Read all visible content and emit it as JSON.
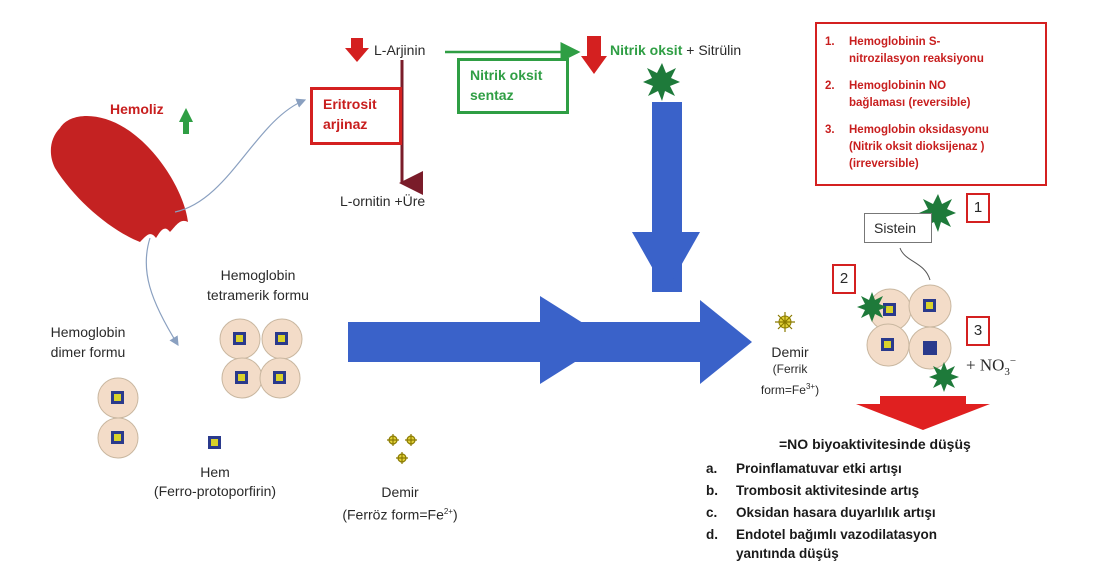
{
  "hemoliz": {
    "label": "Hemoliz"
  },
  "eritrosit_arjinaz": {
    "label_line1": "Eritrosit",
    "label_line2": "arjinaz"
  },
  "l_arjinin": {
    "label": "L-Arjinin"
  },
  "nos": {
    "label_line1": "Nitrik oksit",
    "label_line2": "sentaz"
  },
  "nitrik_oksit": {
    "label": "Nitrik oksit",
    "plus": "+ Sitrülin"
  },
  "l_ornitin": {
    "label": "L-ornitin +Üre"
  },
  "reactions": {
    "items": [
      {
        "num": "1.",
        "text_line1": "Hemoglobinin S-",
        "text_line2": "nitrozilasyon reaksiyonu"
      },
      {
        "num": "2.",
        "text_line1": "Hemoglobinin NO",
        "text_line2": "bağlaması (reversible)"
      },
      {
        "num": "3.",
        "text_line1": "Hemoglobin oksidasyonu",
        "text_line2": "(Nitrik oksit dioksijenaz )",
        "text_line3": "(irreversible)"
      }
    ]
  },
  "sistein": {
    "label": "Sistein"
  },
  "markers": {
    "m1": "1",
    "m2": "2",
    "m3": "3"
  },
  "tetramer": {
    "label_line1": "Hemoglobin",
    "label_line2": "tetramerik formu"
  },
  "dimer": {
    "label_line1": "Hemoglobin",
    "label_line2": "dimer formu"
  },
  "hem": {
    "label_line1": "Hem",
    "label_line2": "(Ferro-protoporfirin)"
  },
  "demir_ferroz": {
    "label_line1": "Demir",
    "label_line2": "(Ferröz form=Fe",
    "sup": "2+",
    "close": ")"
  },
  "demir_ferrik": {
    "label_line1": "Demir",
    "label_line2": "(Ferrik",
    "label_line3": "form=Fe",
    "sup": "3+",
    "close": ")"
  },
  "no3": {
    "label": "+ NO",
    "sub": "3",
    "sup": "−"
  },
  "outcome": {
    "title": "=NO biyoaktivitesinde düşüş",
    "items": [
      {
        "letter": "a.",
        "text": "Proinflamatuvar etki artışı"
      },
      {
        "letter": "b.",
        "text": "Trombosit aktivitesinde artış"
      },
      {
        "letter": "c.",
        "text": "Oksidan hasara duyarlılık artışı"
      },
      {
        "letter": "d.",
        "text": "Endotel bağımlı vazodilatasyon",
        "text2": "yanıtında düşüş"
      }
    ]
  },
  "colors": {
    "red": "#d42020",
    "green": "#2f9e44",
    "blue": "#3a62c9",
    "darkred": "#8b1a1a",
    "cell": "#f3dcc8",
    "heme": "#2a3a8c",
    "yellow": "#d9d22a"
  }
}
